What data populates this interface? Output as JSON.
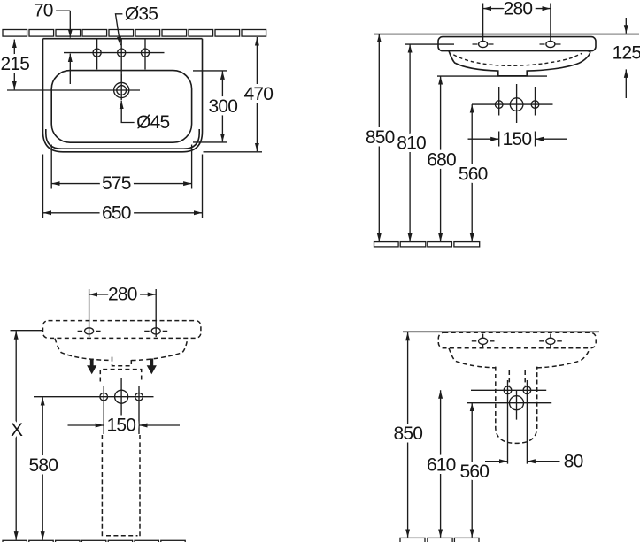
{
  "colors": {
    "ink": "#1c1c1c",
    "background": "#ffffff"
  },
  "views": {
    "top": {
      "description": "washbasin top view",
      "labels": {
        "wall_offset": "70",
        "tap_hole": "Ø35",
        "front_to_drain": "215",
        "bowl_depth": "300",
        "overall_depth": "470",
        "drain_hole": "Ø45",
        "inner_width": "575",
        "overall_width": "650"
      }
    },
    "front": {
      "description": "washbasin front elevation wall-mounted",
      "labels": {
        "hole_spacing": "280",
        "apron_height": "125",
        "rim_height": "850",
        "fixing_height": "810",
        "underside_height": "680",
        "outlet_height": "560",
        "fixing_spacing": "150"
      }
    },
    "front_pedestal": {
      "description": "washbasin front elevation with pedestal",
      "labels": {
        "hole_spacing": "280",
        "rim_height": "X",
        "outlet_height": "580",
        "fixing_spacing": "150"
      }
    },
    "side_pedestal": {
      "description": "washbasin side elevation with semi-pedestal",
      "labels": {
        "rim_height": "850",
        "fixing_height": "610",
        "outlet_height": "560",
        "fixing_depth_spacing": "80"
      }
    }
  }
}
